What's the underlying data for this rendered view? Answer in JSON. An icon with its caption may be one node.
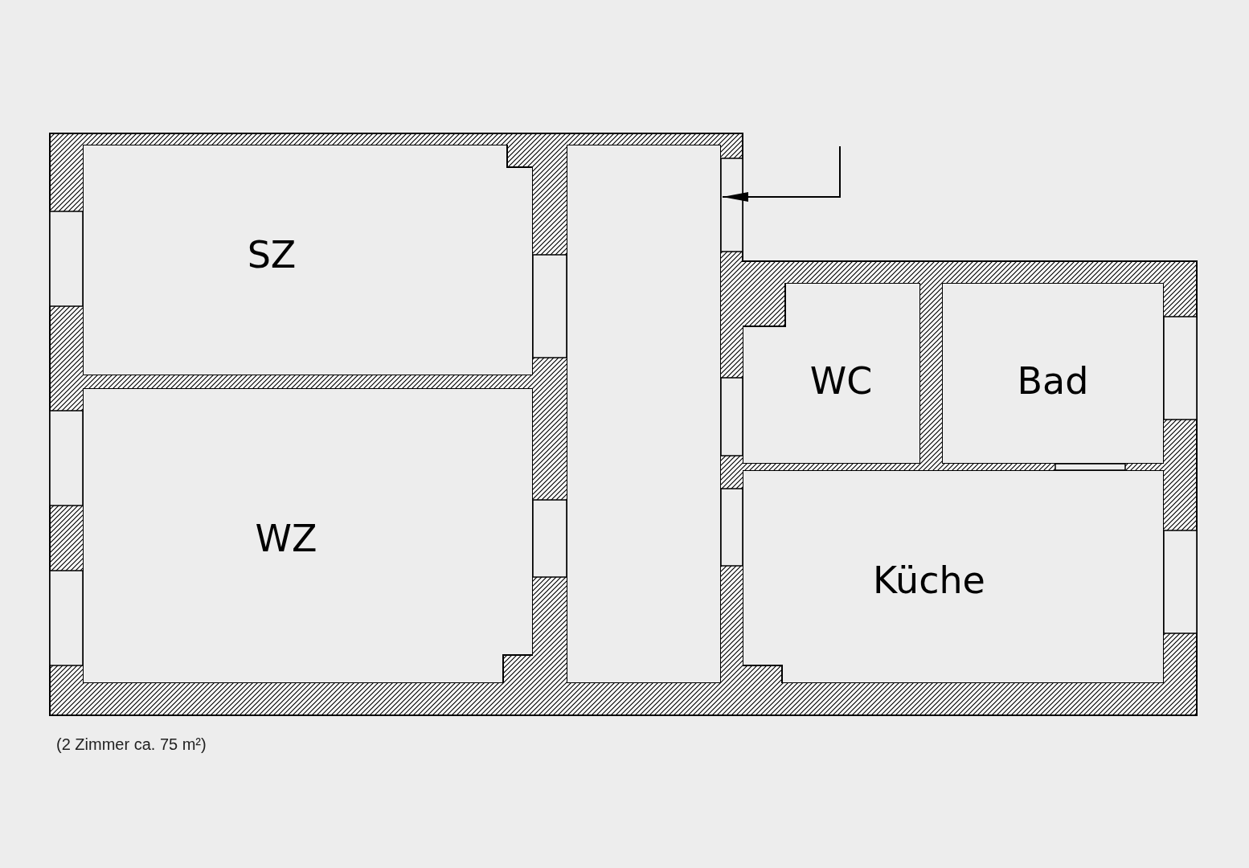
{
  "diagram": {
    "caption": "(2 Zimmer ca. 75 m²)",
    "nodes": [
      {
        "text": [
          "SZ"
        ]
      },
      {
        "text": [
          "WZ"
        ]
      },
      {
        "text": [],
        "shape": "box"
      },
      {
        "text": [
          "WC"
        ]
      },
      {
        "text": [
          "Bad"
        ]
      },
      {
        "text": [
          "Küche"
        ]
      }
    ],
    "edges": [
      {
        "from": null,
        "to": 2,
        "arrow": "to"
      }
    ]
  }
}
